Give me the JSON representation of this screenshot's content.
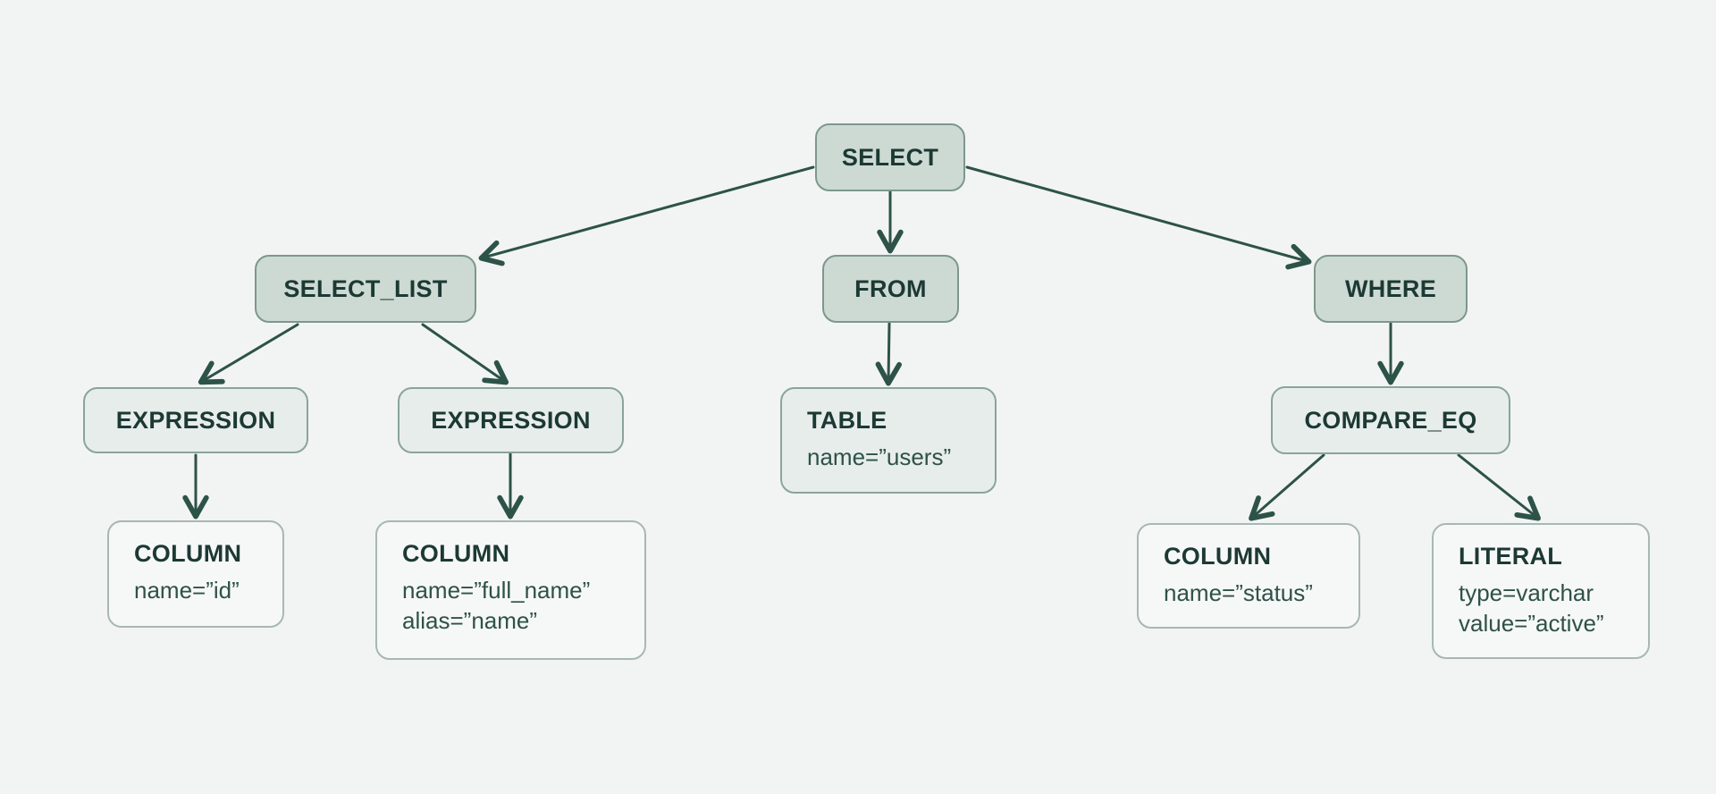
{
  "diagram": {
    "kind": "sql-ast-tree",
    "background_color": "#f1f4f2",
    "edge_color": "#2d5348",
    "node_styles": {
      "keyword_fill": "#cdd9d3",
      "keyword_border": "#7d978f",
      "mid_fill": "#e7edea",
      "mid_border": "#8ba49b",
      "leaf_fill": "#f6f8f7",
      "leaf_border": "#a6b8b1",
      "title_color": "#1d3933",
      "attr_color": "#2e5148"
    },
    "nodes": [
      {
        "id": "select",
        "title": "SELECT"
      },
      {
        "id": "select_list",
        "title": "SELECT_LIST"
      },
      {
        "id": "from",
        "title": "FROM"
      },
      {
        "id": "where",
        "title": "WHERE"
      },
      {
        "id": "expression_1",
        "title": "EXPRESSION"
      },
      {
        "id": "expression_2",
        "title": "EXPRESSION"
      },
      {
        "id": "table",
        "title": "TABLE",
        "attrs": [
          "name=”users”"
        ]
      },
      {
        "id": "compare_eq",
        "title": "COMPARE_EQ"
      },
      {
        "id": "column_1",
        "title": "COLUMN",
        "attrs": [
          "name=”id”"
        ]
      },
      {
        "id": "column_2",
        "title": "COLUMN",
        "attrs": [
          "name=”full_name”",
          "alias=”name”"
        ]
      },
      {
        "id": "column_3",
        "title": "COLUMN",
        "attrs": [
          "name=”status”"
        ]
      },
      {
        "id": "literal",
        "title": "LITERAL",
        "attrs": [
          "type=varchar",
          "value=”active”"
        ]
      }
    ],
    "edges": [
      {
        "from": "select",
        "to": "select_list"
      },
      {
        "from": "select",
        "to": "from"
      },
      {
        "from": "select",
        "to": "where"
      },
      {
        "from": "select_list",
        "to": "expression_1"
      },
      {
        "from": "select_list",
        "to": "expression_2"
      },
      {
        "from": "expression_1",
        "to": "column_1"
      },
      {
        "from": "expression_2",
        "to": "column_2"
      },
      {
        "from": "from",
        "to": "table"
      },
      {
        "from": "where",
        "to": "compare_eq"
      },
      {
        "from": "compare_eq",
        "to": "column_3"
      },
      {
        "from": "compare_eq",
        "to": "literal"
      }
    ]
  }
}
